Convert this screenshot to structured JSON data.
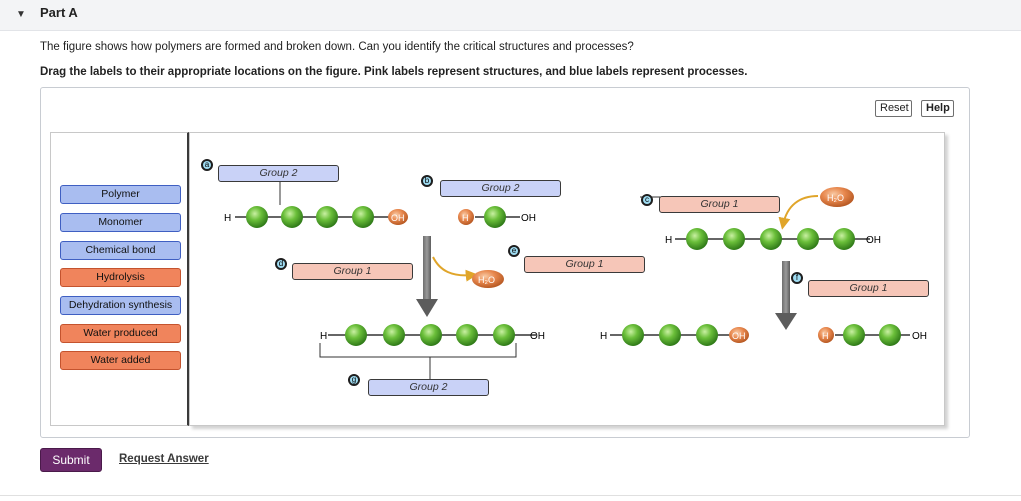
{
  "part": {
    "arrow": "▼",
    "title": "Part A"
  },
  "instructions": {
    "line1": "The figure shows how polymers are formed and broken down. Can you identify the critical structures and processes?",
    "line2": "Drag the labels to their appropriate locations on the figure. Pink labels represent structures, and blue labels represent processes."
  },
  "toolbar": {
    "reset": "Reset",
    "help": "Help"
  },
  "label_bank": [
    {
      "label": "Polymer",
      "color": "blue"
    },
    {
      "label": "Monomer",
      "color": "blue"
    },
    {
      "label": "Chemical bond",
      "color": "blue"
    },
    {
      "label": "Hydrolysis",
      "color": "pink"
    },
    {
      "label": "Dehydration synthesis",
      "color": "blue"
    },
    {
      "label": "Water produced",
      "color": "pink"
    },
    {
      "label": "Water added",
      "color": "pink"
    }
  ],
  "targets": {
    "a": {
      "marker": "a",
      "label": "Group 2"
    },
    "b": {
      "marker": "b",
      "label": "Group 2"
    },
    "c": {
      "marker": "c",
      "label": "Group 1"
    },
    "d": {
      "marker": "d",
      "label": "Group 1"
    },
    "e": {
      "marker": "e",
      "label": "Group 1"
    },
    "f": {
      "marker": "f",
      "label": "Group 1"
    },
    "g": {
      "marker": "g",
      "label": "Group 2"
    }
  },
  "molecule_text": {
    "h": "H",
    "oh": "OH",
    "water": "H₂O"
  },
  "actions": {
    "submit": "Submit",
    "request_answer": "Request Answer"
  },
  "colors": {
    "blue_label": "#a9bdf0",
    "pink_label": "#f0845c",
    "submit": "#6b2a6b",
    "monomer_green": "#6bbf3a",
    "orange_group": "#e8884e"
  }
}
